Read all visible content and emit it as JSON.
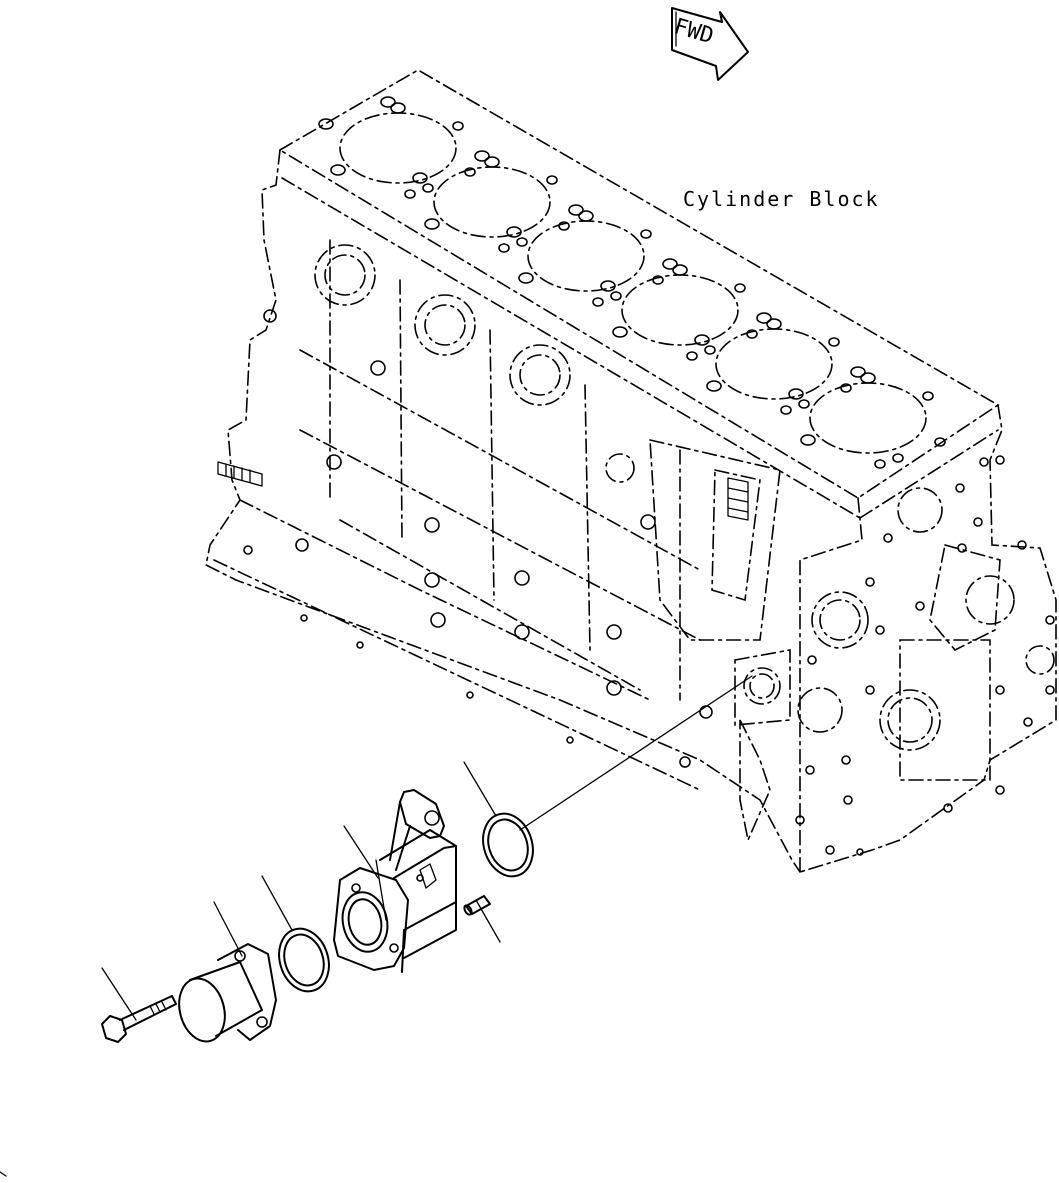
{
  "diagram": {
    "labels": {
      "fwd": "FWD",
      "cylinder_block": "Cylinder Block"
    },
    "cylinder_count": 6
  }
}
